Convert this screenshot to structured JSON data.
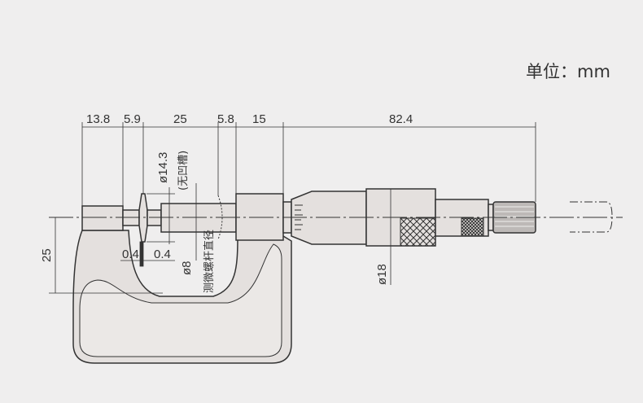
{
  "unit_label": "单位：mm",
  "dimensions": {
    "d1": "13.8",
    "d2": "5.9",
    "d3": "25",
    "d4": "5.8",
    "d5": "15",
    "d6": "82.4",
    "anvil_dia": "ø14.3",
    "anvil_note": "(无凹槽)",
    "gap_left": "0.4",
    "gap_right": "0.4",
    "spindle_dia": "ø8",
    "spindle_note": "测微螺杆直径",
    "thimble_dia": "ø18",
    "height": "25"
  },
  "colors": {
    "background": "#efeeee",
    "body": "#e4e0de",
    "line": "#333333"
  }
}
